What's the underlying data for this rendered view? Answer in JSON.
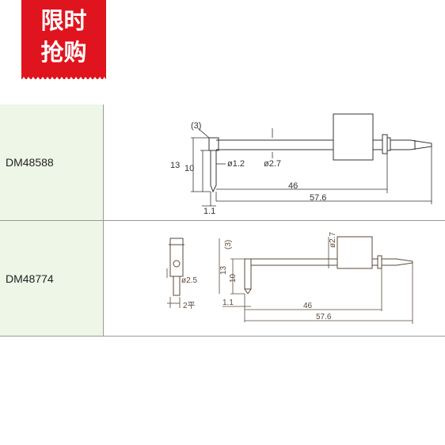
{
  "badge": {
    "line1": "限时",
    "line2": "抢购",
    "color": "#e0141e"
  },
  "rows": [
    {
      "model": "DM48588",
      "drawing": {
        "dim_tip_gap": "(3)",
        "dim_height_outer": "13",
        "dim_height_inner": "10",
        "dim_dia_small": "ø1.2",
        "dim_dia_shaft": "ø2.7",
        "dim_len_46": "46",
        "dim_len_total": "57.6",
        "dim_tip_width": "1.1"
      }
    },
    {
      "model": "DM48774",
      "drawing": {
        "dim_tip_gap": "(3)",
        "dim_shaft_dia": "ø2.7",
        "dim_height_outer": "13",
        "dim_height_inner": "10",
        "dim_head_dia": "ø2.5",
        "dim_flat": "2平",
        "dim_tip_width": "1.1",
        "dim_len_46": "46",
        "dim_len_total": "57.6"
      }
    }
  ],
  "colors": {
    "label_bg": "#eef6e8",
    "border": "#9a9a9a",
    "line": "#333333",
    "line2": "#5a4a3a"
  }
}
